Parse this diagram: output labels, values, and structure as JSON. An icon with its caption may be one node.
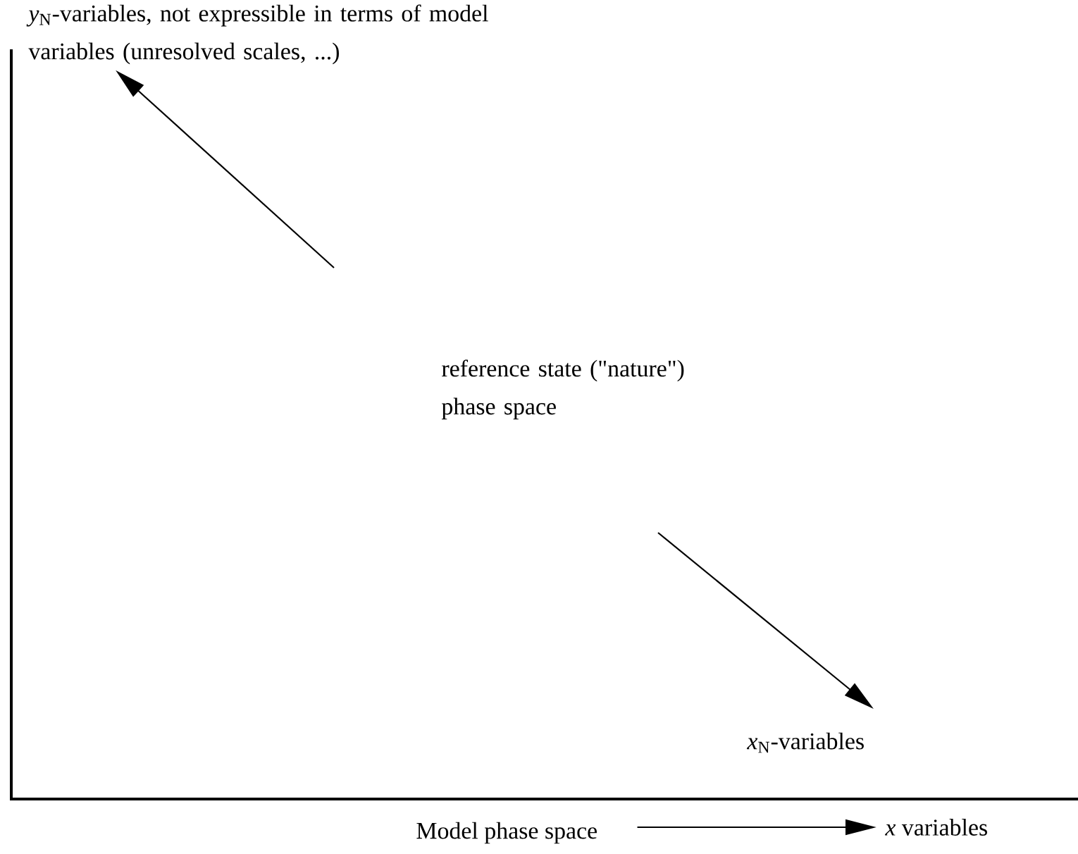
{
  "diagram": {
    "nodes": [
      {
        "text": [
          "*y*$_{N}$-variables, not expressible in terms of model variables (unresolved scales, ...)"
        ]
      },
      {
        "text": [
          "reference state (\"nature\") phase space"
        ]
      },
      {
        "text": [
          "*x*$_{N}$-variables"
        ]
      },
      {
        "text": [
          "Model phase space"
        ]
      },
      {
        "text": [
          "*x* variables"
        ]
      }
    ],
    "edges": [
      {
        "from": null,
        "to": 0,
        "arrow": "to"
      },
      {
        "from": null,
        "to": 2,
        "arrow": "to"
      },
      {
        "from": 3,
        "to": 4,
        "arrow": "to"
      }
    ]
  }
}
